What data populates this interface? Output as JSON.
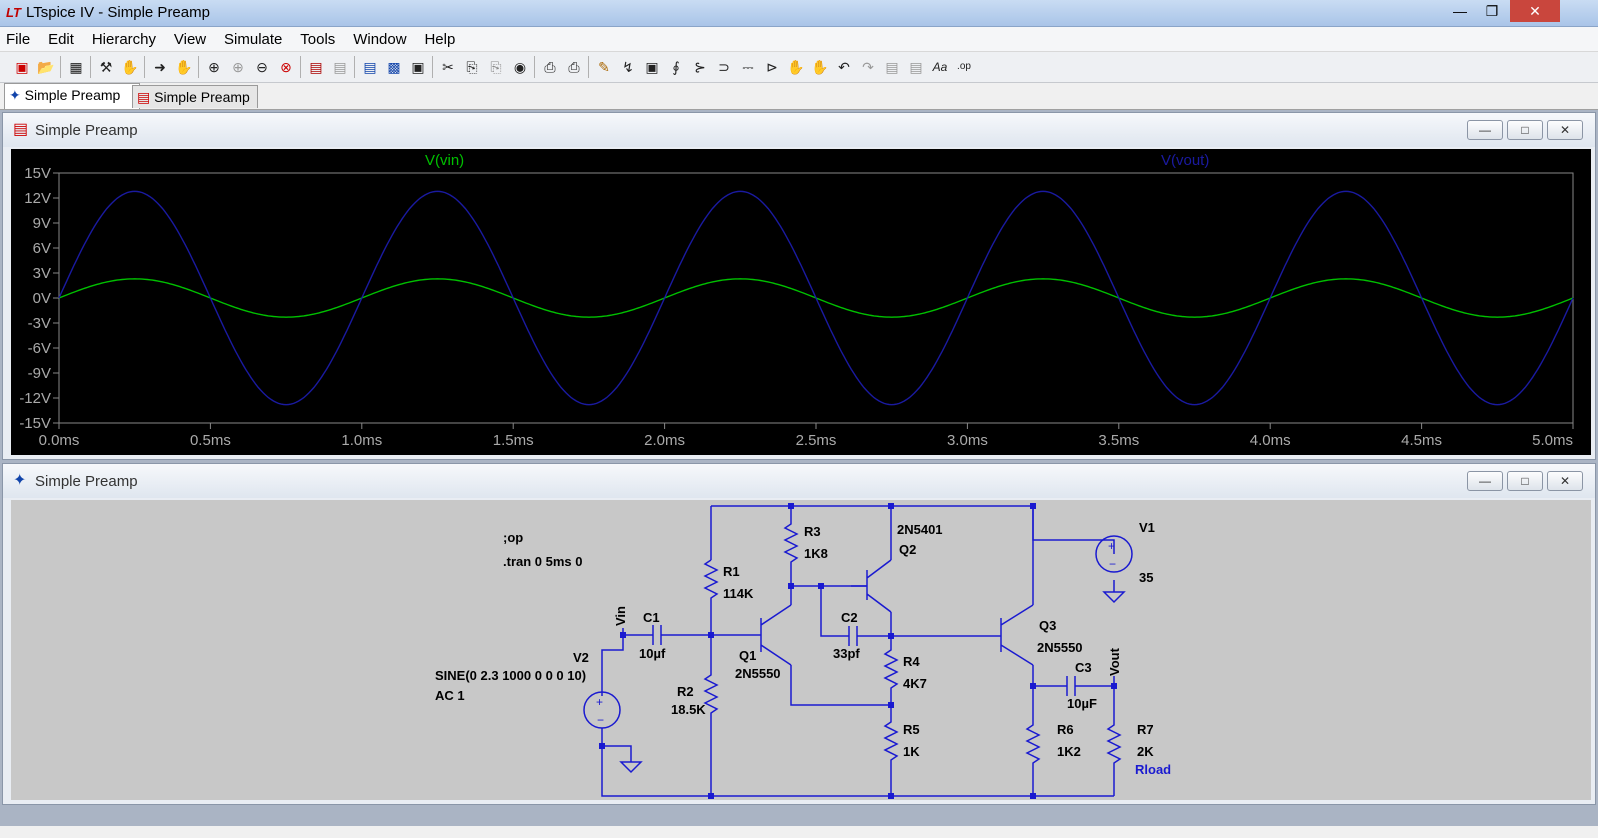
{
  "window": {
    "title": "LTspice IV - Simple Preamp",
    "min": "—",
    "max": "❐",
    "close": "✕"
  },
  "menu": [
    "File",
    "Edit",
    "Hierarchy",
    "View",
    "Simulate",
    "Tools",
    "Window",
    "Help"
  ],
  "tabs": [
    {
      "label": "Simple Preamp",
      "icon": "schematic-icon"
    },
    {
      "label": "Simple Preamp",
      "icon": "waveform-icon"
    }
  ],
  "waveform_window": {
    "title": "Simple Preamp",
    "min": "—",
    "max": "□",
    "close": "✕"
  },
  "schematic_window": {
    "title": "Simple Preamp",
    "min": "—",
    "max": "□",
    "close": "✕"
  },
  "colors": {
    "vin": "#00c000",
    "vout": "#1a1aa0",
    "wire": "#1a1ad0",
    "plot_bg": "#000000",
    "schematic_bg": "#c8c8c8"
  },
  "chart_data": {
    "type": "line",
    "title": "",
    "xlabel": "",
    "ylabel": "",
    "xlim": [
      0,
      5
    ],
    "ylim": [
      -15,
      15
    ],
    "x_ticks": [
      "0.0ms",
      "0.5ms",
      "1.0ms",
      "1.5ms",
      "2.0ms",
      "2.5ms",
      "3.0ms",
      "3.5ms",
      "4.0ms",
      "4.5ms",
      "5.0ms"
    ],
    "y_ticks": [
      "15V",
      "12V",
      "9V",
      "6V",
      "3V",
      "0V",
      "-3V",
      "-6V",
      "-9V",
      "-12V",
      "-15V"
    ],
    "series": [
      {
        "name": "V(vin)",
        "amplitude": 2.3,
        "frequency_khz": 1,
        "phase": "sine"
      },
      {
        "name": "V(vout)",
        "amplitude": 12.8,
        "frequency_khz": 1,
        "phase": "sine"
      }
    ]
  },
  "schematic": {
    "directives": [
      ";op",
      ".tran 0 5ms 0"
    ],
    "v2": {
      "name": "V2",
      "value1": "SINE(0 2.3 1000 0 0 0 10)",
      "value2": "AC 1"
    },
    "v1": {
      "name": "V1",
      "value": "35"
    },
    "vin_label": "Vin",
    "vout_label": "Vout",
    "rload_label": "Rload",
    "parts": {
      "C1": [
        "C1",
        "10µf"
      ],
      "R1": [
        "R1",
        "114K"
      ],
      "R2": [
        "R2",
        "18.5K"
      ],
      "Q1": [
        "Q1",
        "2N5550"
      ],
      "R3": [
        "R3",
        "1K8"
      ],
      "C2": [
        "C2",
        "33pf"
      ],
      "Q2": [
        "2N5401",
        "Q2"
      ],
      "R4": [
        "R4",
        "4K7"
      ],
      "R5": [
        "R5",
        "1K"
      ],
      "Q3": [
        "Q3",
        "2N5550"
      ],
      "C3": [
        "C3",
        "10µF"
      ],
      "R6": [
        "R6",
        "1K2"
      ],
      "R7": [
        "R7",
        "2K"
      ]
    }
  }
}
